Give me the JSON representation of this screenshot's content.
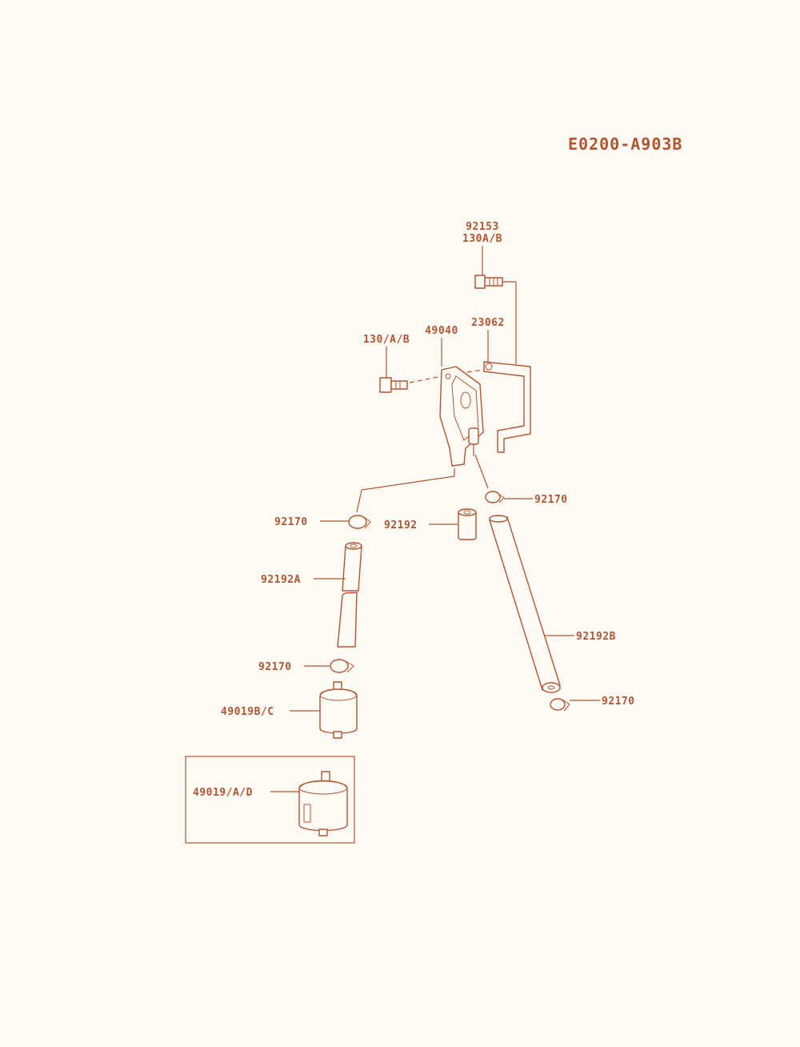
{
  "diagram": {
    "code": "E0200-A903B",
    "accent_color": "#b25533",
    "background_color": "#fdfbf4",
    "labels": {
      "bolt_top_a": "92153",
      "bolt_top_b": "130A/B",
      "bolt_left": "130/A/B",
      "pump": "49040",
      "bracket": "23062",
      "clamp_right": "92170",
      "clamp_left": "92170",
      "hose_short": "92192",
      "hose_a": "92192A",
      "clamp_lower": "92170",
      "filter_bc": "49019B/C",
      "hose_b": "92192B",
      "clamp_bottom_right": "92170",
      "filter_ad": "49019/A/D"
    }
  }
}
